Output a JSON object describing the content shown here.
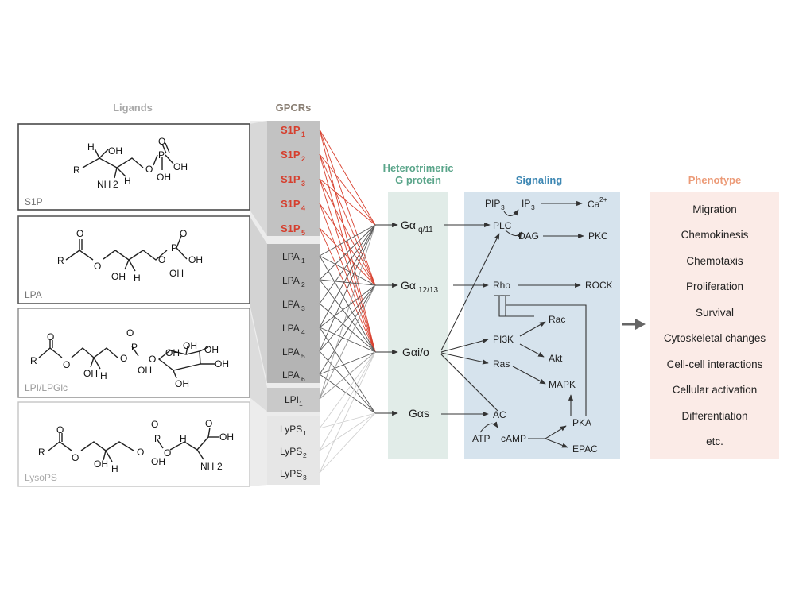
{
  "headers": {
    "ligands": "Ligands",
    "gpcrs": "GPCRs",
    "gprotein_line1": "Heterotrimeric",
    "gprotein_line2": "G protein",
    "signaling": "Signaling",
    "phenotype": "Phenotype"
  },
  "colors": {
    "ligands_header": "#a8a8a8",
    "gpcrs_header": "#8a7f74",
    "gprotein_header": "#5aa58a",
    "signaling_header": "#3d87b3",
    "phenotype_header": "#ec9b78",
    "s1p_receptor": "#d63f2e",
    "red_line": "#d8412f",
    "gprotein_bg": "#e1ece8",
    "signaling_bg": "#d6e3ed",
    "phenotype_bg": "#fbebe7"
  },
  "ligands": [
    {
      "label": "S1P"
    },
    {
      "label": "LPA"
    },
    {
      "label": "LPI/LPGlc"
    },
    {
      "label": "LysoPS"
    }
  ],
  "chem": {
    "R": "R",
    "H": "H",
    "OH": "OH",
    "O": "O",
    "P": "P",
    "NH": "NH",
    "two": "2"
  },
  "receptors": {
    "s1p": [
      {
        "base": "S1P",
        "sub": "1"
      },
      {
        "base": "S1P",
        "sub": "2"
      },
      {
        "base": "S1P",
        "sub": "3"
      },
      {
        "base": "S1P",
        "sub": "4"
      },
      {
        "base": "S1P",
        "sub": "5"
      }
    ],
    "lpa": [
      {
        "base": "LPA",
        "sub": "1"
      },
      {
        "base": "LPA",
        "sub": "2"
      },
      {
        "base": "LPA",
        "sub": "3"
      },
      {
        "base": "LPA",
        "sub": "4"
      },
      {
        "base": "LPA",
        "sub": "5"
      },
      {
        "base": "LPA",
        "sub": "6"
      }
    ],
    "lpi": [
      {
        "base": "LPI",
        "sub": "1"
      }
    ],
    "lyps": [
      {
        "base": "LyPS",
        "sub": "1"
      },
      {
        "base": "LyPS",
        "sub": "2"
      },
      {
        "base": "LyPS",
        "sub": "3"
      }
    ]
  },
  "gproteins": {
    "gq": {
      "base": "Gα",
      "sub": "q/11"
    },
    "g12": {
      "base": "Gα",
      "sub": "12/13"
    },
    "gi": {
      "base": "Gαi/o"
    },
    "gs": {
      "base": "Gαs"
    }
  },
  "signaling": {
    "pip3": {
      "base": "PIP",
      "sub": "3"
    },
    "ip3": {
      "base": "IP",
      "sub": "3"
    },
    "ca": {
      "base": "Ca",
      "sup": "2+"
    },
    "plc": "PLC",
    "dag": "DAG",
    "pkc": "PKC",
    "rho": "Rho",
    "rock": "ROCK",
    "rac": "Rac",
    "pi3k": "PI3K",
    "akt": "Akt",
    "ras": "Ras",
    "mapk": "MAPK",
    "ac": "AC",
    "atp": "ATP",
    "camp": "cAMP",
    "pka": "PKA",
    "epac": "EPAC"
  },
  "phenotypes": [
    "Migration",
    "Chemokinesis",
    "Chemotaxis",
    "Proliferation",
    "Survival",
    "Cytoskeletal changes",
    "Cell-cell interactions",
    "Cellular activation",
    "Differentiation",
    "etc."
  ]
}
